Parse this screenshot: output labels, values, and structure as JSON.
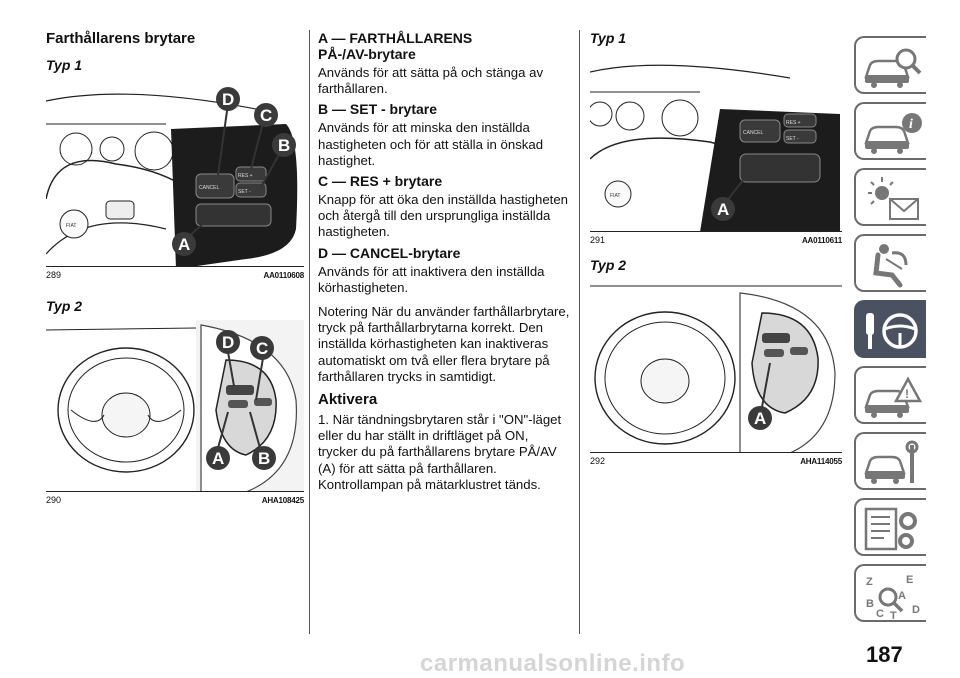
{
  "col1": {
    "heading": "Farthållarens brytare",
    "fig1": {
      "typ": "Typ 1",
      "number": "289",
      "code": "AA0110608",
      "labels": {
        "d": "D",
        "c": "C",
        "b": "B",
        "a": "A"
      },
      "btn_cancel": "CANCEL",
      "btn_res": "RES +",
      "btn_set": "SET -",
      "logo": "FIAT"
    },
    "fig2": {
      "typ": "Typ 2",
      "number": "290",
      "code": "AHA108425",
      "labels": {
        "d": "D",
        "c": "C",
        "a": "A",
        "b": "B"
      }
    }
  },
  "col2": {
    "a_heading": "A — FARTHÅLLARENS PÅ-/AV-brytare",
    "a_text": "Används för att sätta på och stänga av farthållaren.",
    "b_heading": "B — SET - brytare",
    "b_text": "Används för att minska den inställda hastigheten och för att ställa in önskad hastighet.",
    "c_heading": "C — RES + brytare",
    "c_text": "Knapp för att öka den inställda hastigheten och återgå till den ursprungliga inställda hastigheten.",
    "d_heading": "D — CANCEL-brytare",
    "d_text": "Används för att inaktivera den inställda körhastigheten.",
    "note": "Notering När du använder farthållarbrytare, tryck på farthållarbrytarna korrekt. Den inställda körhastigheten kan inaktiveras automatiskt om två eller flera brytare på farthållaren trycks in samtidigt.",
    "aktivera_heading": "Aktivera",
    "aktivera_text": "1. När tändningsbrytaren står i \"ON\"-läget eller du har ställt in driftläget på ON, trycker du på farthållarens brytare PÅ/AV (A) för att sätta på farthållaren. Kontrollampan på mätarklustret tänds."
  },
  "col3": {
    "fig1": {
      "typ": "Typ 1",
      "number": "291",
      "code": "AA0110611",
      "labels": {
        "a": "A"
      },
      "btn_cancel": "CANCEL",
      "btn_res": "RES +",
      "btn_set": "SET -",
      "logo": "FIAT"
    },
    "fig2": {
      "typ": "Typ 2",
      "number": "292",
      "code": "AHA114055",
      "labels": {
        "a": "A"
      }
    }
  },
  "sidebar": {
    "tabs": [
      {
        "icon": "car-info-search-icon"
      },
      {
        "icon": "car-info-icon"
      },
      {
        "icon": "warning-lights-message-icon"
      },
      {
        "icon": "airbag-seat-icon"
      },
      {
        "icon": "key-steering-wheel-icon",
        "active": true
      },
      {
        "icon": "breakdown-warning-icon"
      },
      {
        "icon": "car-service-tools-icon"
      },
      {
        "icon": "specifications-gears-icon"
      },
      {
        "icon": "alphabetical-index-icon",
        "letters": [
          "Z",
          "E",
          "A",
          "B",
          "C",
          "T",
          "D"
        ]
      }
    ]
  },
  "page_number": "187",
  "watermark": "carmanualsonline.info",
  "colors": {
    "callout": "#3a3a3a",
    "active_tab": "#4a5160",
    "tab_border": "#6a6a6a"
  }
}
